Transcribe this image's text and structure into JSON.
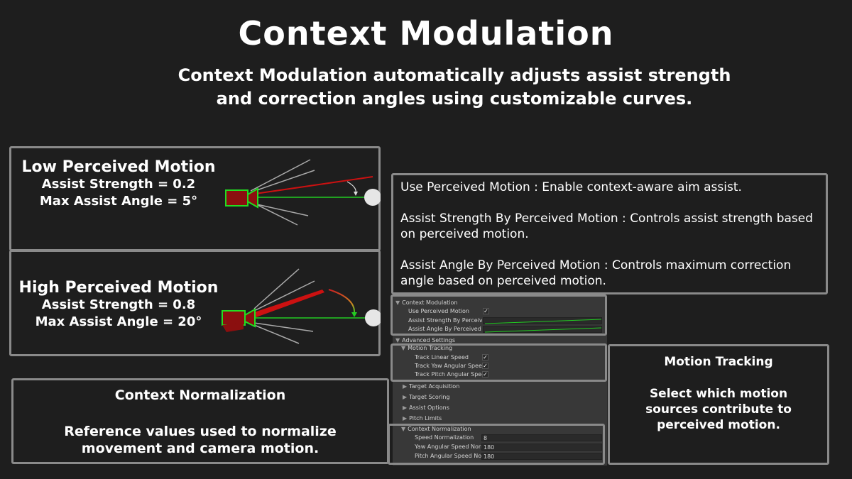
{
  "header": {
    "title": "Context Modulation",
    "subtitle": "Context Modulation automatically adjusts assist strength and correction angles using customizable curves."
  },
  "low_motion": {
    "heading": "Low Perceived Motion",
    "strength": "Assist Strength = 0.2",
    "angle": "Max Assist Angle = 5°"
  },
  "high_motion": {
    "heading": "High Perceived Motion",
    "strength": "Assist Strength = 0.8",
    "angle": "Max Assist Angle = 20°"
  },
  "info": {
    "use_perceived": "Use Perceived Motion : Enable context-aware aim assist.",
    "strength_by": "Assist Strength By Perceived Motion : Controls assist strength based on perceived motion.",
    "angle_by": "Assist Angle By Perceived Motion : Controls maximum correction angle based on perceived motion."
  },
  "context_normalization_box": {
    "title": "Context Normalization",
    "text": "Reference values used to normalize movement and camera motion."
  },
  "motion_tracking_box": {
    "title": "Motion Tracking",
    "text": "Select which motion sources contribute to perceived motion."
  },
  "inspector": {
    "context_modulation": "Context Modulation",
    "use_perceived_motion": "Use Perceived Motion",
    "assist_strength_by": "Assist Strength By Perceived",
    "assist_angle_by": "Assist Angle By Perceived Mo",
    "advanced_settings": "Advanced Settings",
    "motion_tracking": "Motion Tracking",
    "track_linear_speed": "Track Linear Speed",
    "track_yaw": "Track Yaw Angular Speed",
    "track_pitch": "Track Pitch Angular Speed",
    "target_acquisition": "Target Acquisition",
    "target_scoring": "Target Scoring",
    "assist_options": "Assist Options",
    "pitch_limits": "Pitch Limits",
    "context_normalization": "Context Normalization",
    "speed_normalization": "Speed Normalization",
    "speed_normalization_value": "8",
    "yaw_norm": "Yaw Angular Speed Norma",
    "yaw_norm_value": "180",
    "pitch_norm": "Pitch Angular Speed Norm",
    "pitch_norm_value": "180",
    "check": "✓"
  },
  "colors": {
    "background": "#1e1e1e",
    "border": "#8a8a8a",
    "camera_fill": "#8b0f0f",
    "camera_outline": "#22dd22",
    "assist_red": "#cc1111",
    "line_green": "#22cc22",
    "ray_grey": "#aaaaaa",
    "target": "#e6e6e6"
  }
}
